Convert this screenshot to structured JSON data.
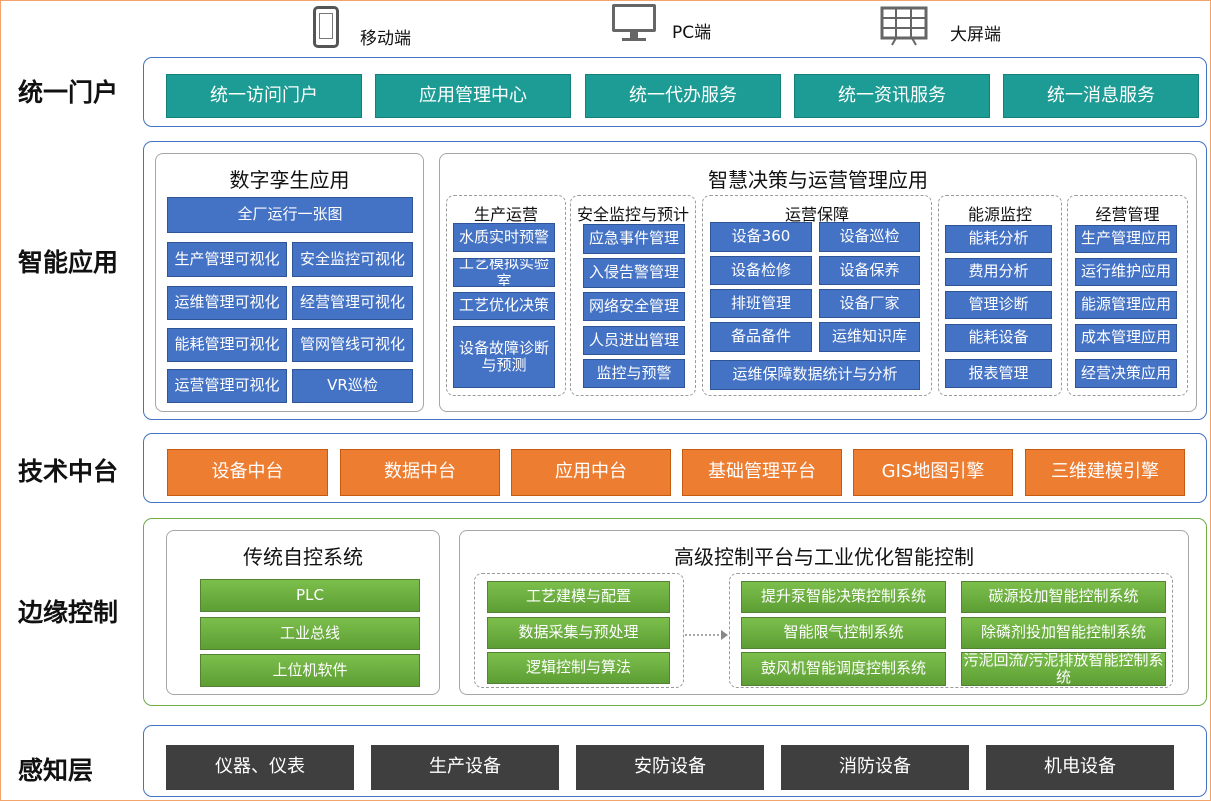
{
  "clients": [
    {
      "label": "移动端",
      "icon": "mobile-phone-icon"
    },
    {
      "label": "PC端",
      "icon": "desktop-monitor-icon"
    },
    {
      "label": "大屏端",
      "icon": "large-screen-icon"
    }
  ],
  "layers": {
    "portal": {
      "label": "统一门户",
      "items": [
        "统一访问门户",
        "应用管理中心",
        "统一代办服务",
        "统一资讯服务",
        "统一消息服务"
      ]
    },
    "apps": {
      "label": "智能应用",
      "digital_twin": {
        "title": "数字孪生应用",
        "top": "全厂运行一张图",
        "items": [
          "生产管理可视化",
          "安全监控可视化",
          "运维管理可视化",
          "经营管理可视化",
          "能耗管理可视化",
          "管网管线可视化",
          "运营管理可视化",
          "VR巡检"
        ]
      },
      "smart": {
        "title": "智慧决策与运营管理应用",
        "groups": [
          {
            "title": "生产运营",
            "items": [
              "水质实时预警",
              "工艺模拟实验室",
              "工艺优化决策",
              "设备故障诊断与预测"
            ]
          },
          {
            "title": "安全监控与预计",
            "items": [
              "应急事件管理",
              "入侵告警管理",
              "网络安全管理",
              "人员进出管理",
              "监控与预警"
            ]
          },
          {
            "title": "运营保障",
            "items": [
              "设备360",
              "设备巡检",
              "设备检修",
              "设备保养",
              "排班管理",
              "设备厂家",
              "备品备件",
              "运维知识库",
              "运维保障数据统计与分析"
            ]
          },
          {
            "title": "能源监控",
            "items": [
              "能耗分析",
              "费用分析",
              "管理诊断",
              "能耗设备",
              "报表管理"
            ]
          },
          {
            "title": "经营管理",
            "items": [
              "生产管理应用",
              "运行维护应用",
              "能源管理应用",
              "成本管理应用",
              "经营决策应用"
            ]
          }
        ]
      }
    },
    "tech": {
      "label": "技术中台",
      "items": [
        "设备中台",
        "数据中台",
        "应用中台",
        "基础管理平台",
        "GIS地图引擎",
        "三维建模引擎"
      ]
    },
    "edge": {
      "label": "边缘控制",
      "traditional": {
        "title": "传统自控系统",
        "items": [
          "PLC",
          "工业总线",
          "上位机软件"
        ]
      },
      "advanced": {
        "title": "高级控制平台与工业优化智能控制",
        "left": [
          "工艺建模与配置",
          "数据采集与预处理",
          "逻辑控制与算法"
        ],
        "right": [
          "提升泵智能决策控制系统",
          "碳源投加智能控制系统",
          "智能限气控制系统",
          "除磷剂投加智能控制系统",
          "鼓风机智能调度控制系统",
          "污泥回流/污泥排放智能控制系统"
        ]
      }
    },
    "perception": {
      "label": "感知层",
      "items": [
        "仪器、仪表",
        "生产设备",
        "安防设备",
        "消防设备",
        "机电设备"
      ]
    }
  },
  "colors": {
    "portal": "#1c9c94",
    "apps": "#4472c4",
    "tech": "#ed7d31",
    "edge": "#70ad47",
    "perception": "#3f3f3f"
  }
}
